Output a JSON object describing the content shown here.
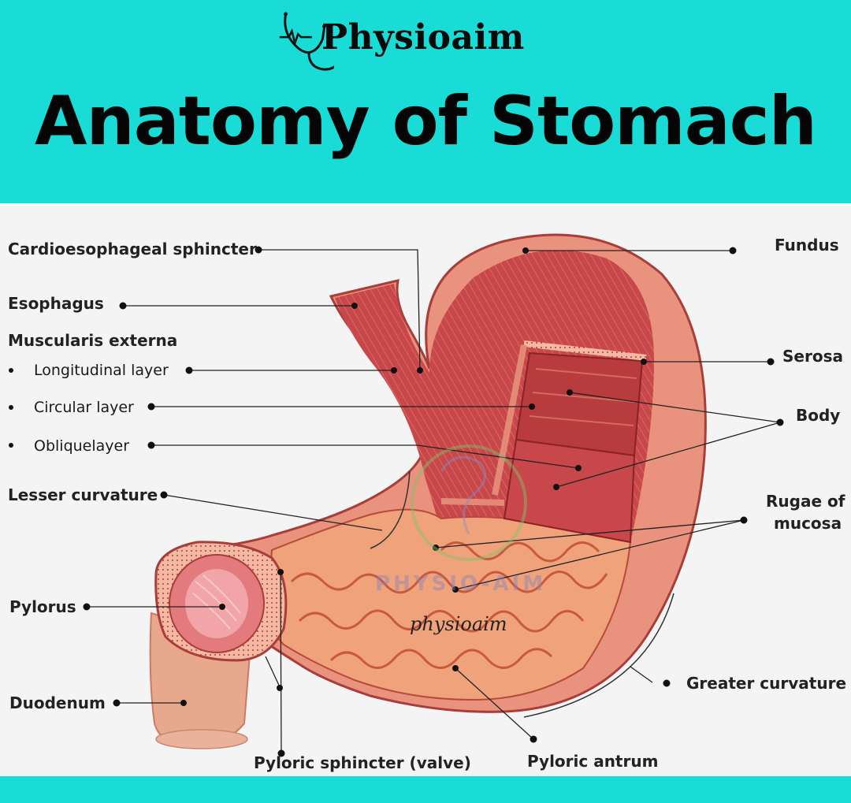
{
  "header": {
    "brand": "Physioaim",
    "title": "Anatomy of Stomach"
  },
  "labels": {
    "cardioesophageal_sphincter": "Cardioesophageal sphincter",
    "esophagus": "Esophagus",
    "muscularis_externa": "Muscularis externa",
    "longitudinal_layer": "Longitudinal  layer",
    "circular_layer": "Circular  layer",
    "oblique_layer": "Obliquelayer",
    "lesser_curvature": "Lesser curvature",
    "pylorus": "Pylorus",
    "duodenum": "Duodenum",
    "pyloric_sphincter": "Pyloric sphincter (valve)",
    "pyloric_antrum": "Pyloric antrum",
    "greater_curvature": "Greater curvature",
    "rugae_line1": "Rugae of",
    "rugae_line2": "mucosa",
    "body": "Body",
    "serosa": "Serosa",
    "fundus": "Fundus"
  },
  "watermark": {
    "caps": "PHYSIO-AIM",
    "script": "physioaim"
  },
  "colors": {
    "background": "#1adcd6",
    "panel": "#f4f4f4",
    "muscle": "#c8474a",
    "muscle_dark": "#9e2a2e",
    "serosa": "#e9937e",
    "mucosa": "#f0a27a",
    "duodenum": "#e8a88c"
  }
}
